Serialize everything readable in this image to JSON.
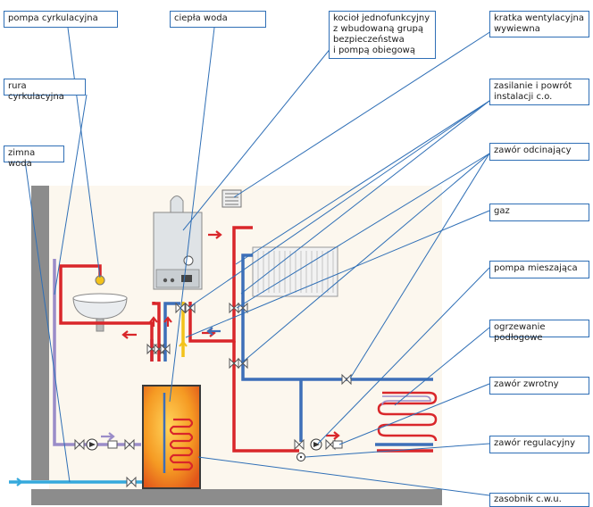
{
  "labels": {
    "pompa_cyrkulacyjna": "pompa cyrkulacyjna",
    "ciepla_woda": "ciepła woda",
    "kociol": "kocioł jednofunkcyjny\nz wbudowaną grupą\nbezpieczeństwa\ni pompą obiegową",
    "kratka": "kratka wentylacyjna\nwywiewna",
    "rura_cyrkulacyjna": "rura cyrkulacyjna",
    "zasilanie": "zasilanie i powrót\ninstalacji c.o.",
    "zimna_woda": "zimna woda",
    "zawor_odcinajacy": "zawór odcinający",
    "gaz": "gaz",
    "pompa_mieszajaca": "pompa mieszająca",
    "ogrzewanie_podlogowe": "ogrzewanie podłogowe",
    "zawor_zwrotny": "zawór zwrotny",
    "zawor_regulacyjny": "zawór regulacyjny",
    "zasobnik": "zasobnik c.w.u."
  },
  "colors": {
    "hot": "#d9262a",
    "cold": "#3d6fb8",
    "circulation": "#9a8cc8",
    "gas": "#f3c21a",
    "coldwater": "#35a9dc",
    "leader": "#2f6fb6",
    "room": "#fcf7ee",
    "wall": "#8c8c8c"
  },
  "icons": [
    "pump-icon",
    "valve-icon",
    "arrow-icon",
    "radiator-icon",
    "vent-grille-icon",
    "sink-icon",
    "boiler-icon",
    "tank-icon",
    "floor-heating-coil-icon"
  ]
}
